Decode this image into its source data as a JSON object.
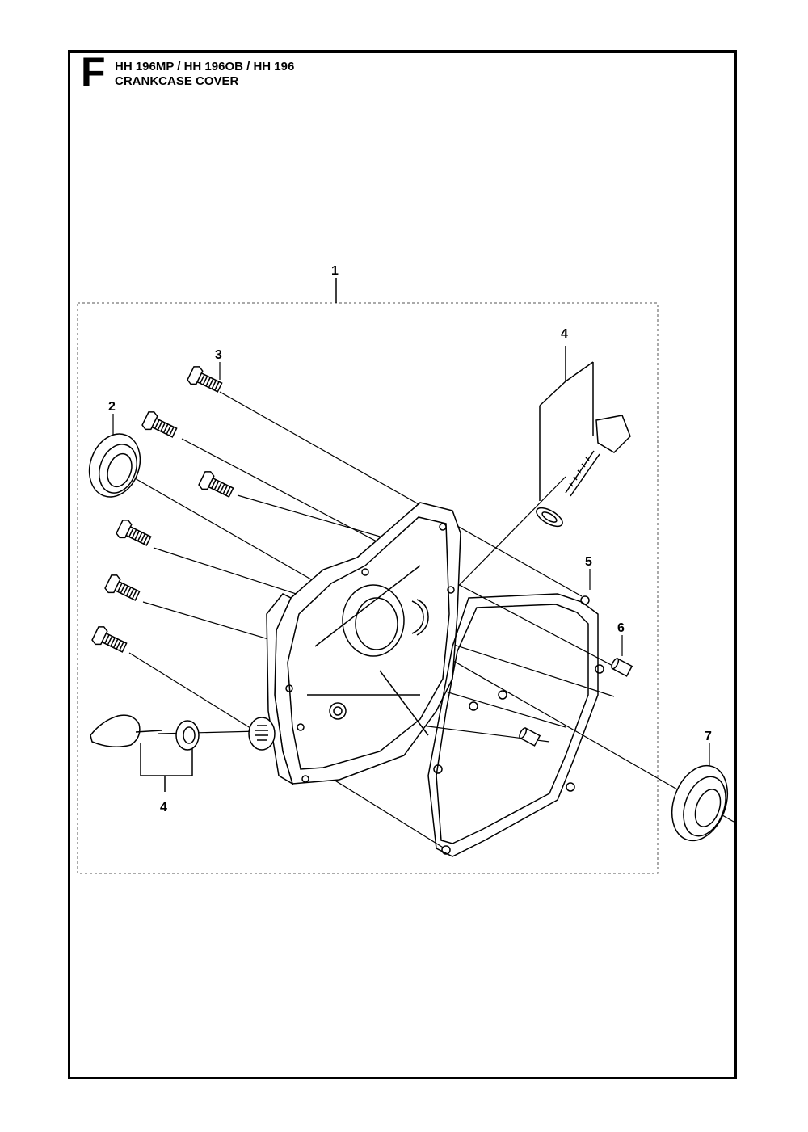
{
  "header": {
    "section_letter": "F",
    "models": "HH 196MP / HH 196OB / HH 196",
    "title": "CRANKCASE COVER"
  },
  "callouts": [
    {
      "id": "callout-1",
      "label": "1"
    },
    {
      "id": "callout-2",
      "label": "2"
    },
    {
      "id": "callout-3",
      "label": "3"
    },
    {
      "id": "callout-4-top",
      "label": "4"
    },
    {
      "id": "callout-4-bottom",
      "label": "4"
    },
    {
      "id": "callout-5",
      "label": "5"
    },
    {
      "id": "callout-6",
      "label": "6"
    },
    {
      "id": "callout-7",
      "label": "7"
    }
  ],
  "colors": {
    "ink": "#000000",
    "paper": "#ffffff"
  }
}
